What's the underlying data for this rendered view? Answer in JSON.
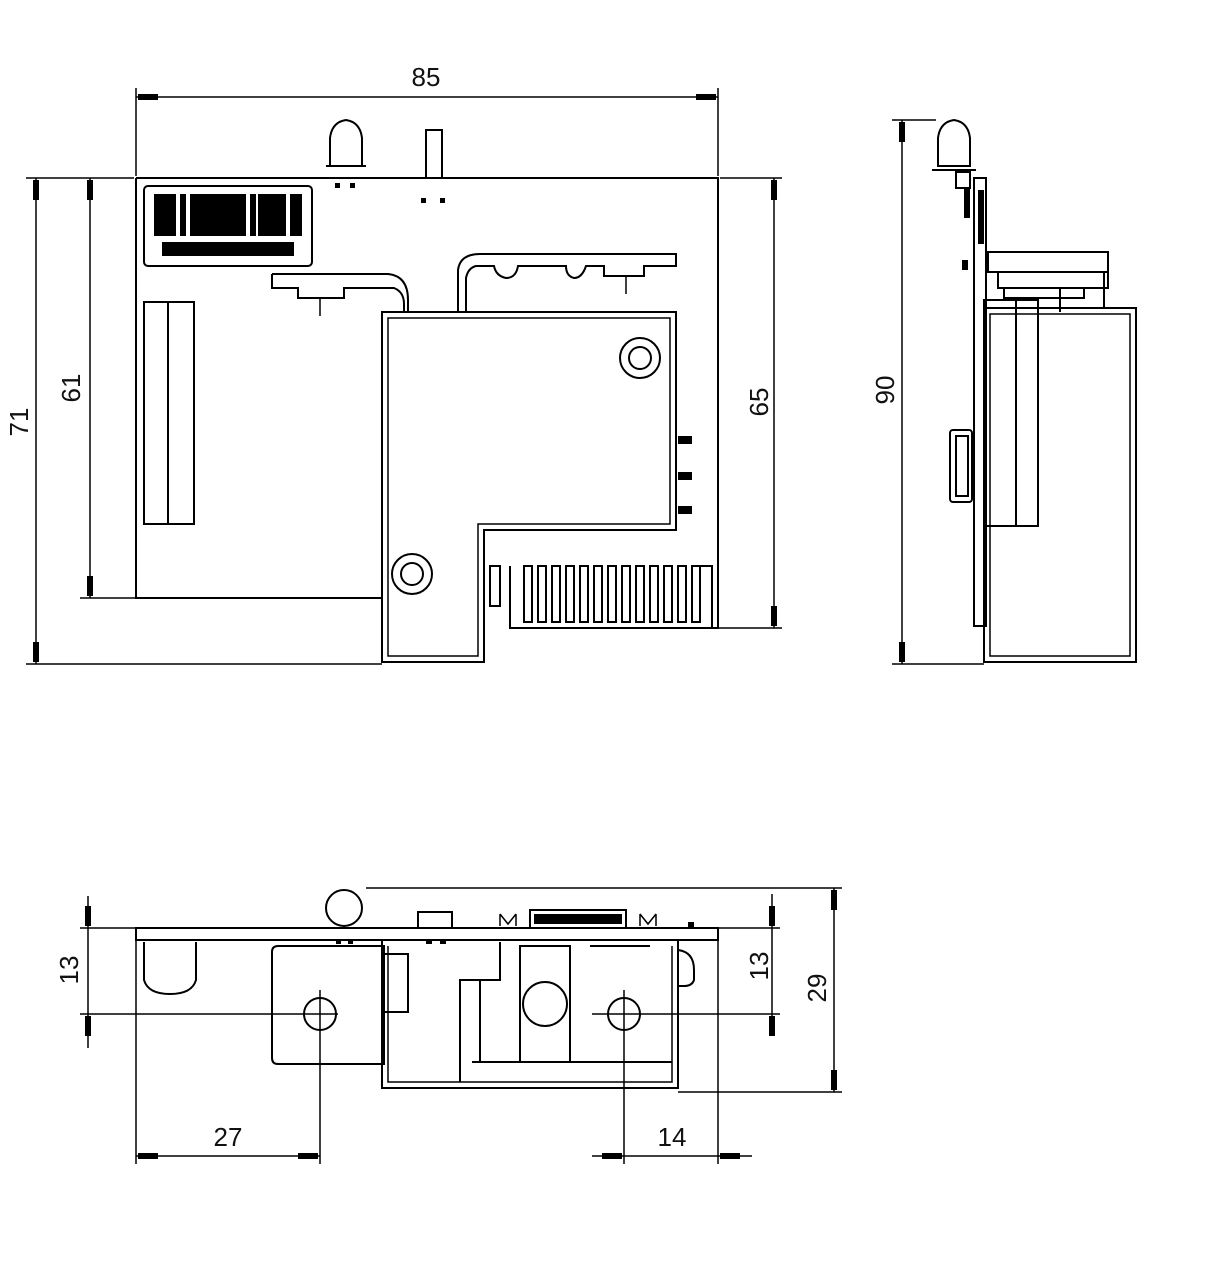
{
  "dimensions": {
    "top_width": "85",
    "left_outer_height": "71",
    "left_inner_height": "61",
    "right_height": "65",
    "side_height": "90",
    "bottom_left_height": "13",
    "bottom_right_height": "13",
    "bottom_total_height": "29",
    "bottom_left_offset": "27",
    "bottom_right_offset": "14"
  },
  "colors": {
    "line": "#000000",
    "background": "#ffffff"
  }
}
